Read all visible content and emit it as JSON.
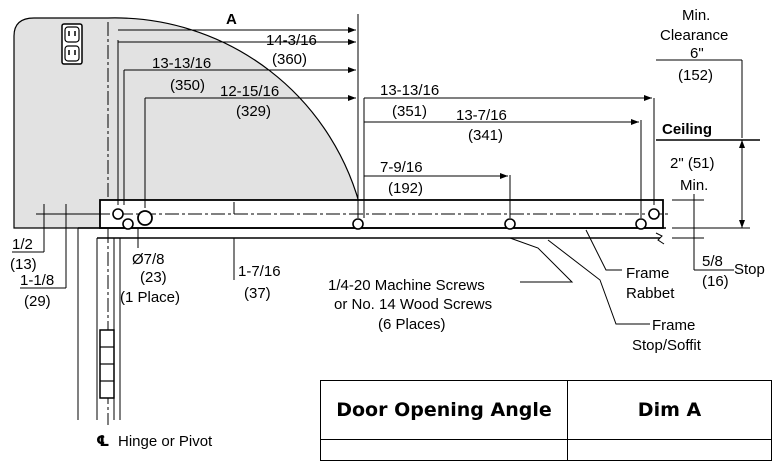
{
  "dimensions": {
    "a_label": "A",
    "d1_frac": "14-3/16",
    "d1_mm": "(360)",
    "d2_frac": "13-13/16",
    "d2_mm": "(350)",
    "d3_frac": "12-15/16",
    "d3_mm": "(329)",
    "d4_frac": "13-13/16",
    "d4_mm": "(351)",
    "d5_frac": "13-7/16",
    "d5_mm": "(341)",
    "d6_frac": "7-9/16",
    "d6_mm": "(192)",
    "half_frac": "1/2",
    "half_mm": "(13)",
    "one18_frac": "1-1/8",
    "one18_mm": "(29)",
    "dia_frac": "Ø7/8",
    "dia_mm": "(23)",
    "dia_note": "(1 Place)",
    "one716_frac": "1-7/16",
    "one716_mm": "(37)",
    "fiveeighth_frac": "5/8",
    "fiveeighth_mm": "(16)",
    "stop_word": "Stop",
    "clear_1": "Min.",
    "clear_2": "Clearance",
    "clear_3": "6\"",
    "clear_4": "(152)",
    "ceiling": "Ceiling",
    "two_in": "2\" (51)",
    "two_min": "Min."
  },
  "labels": {
    "screws_1": "1/4-20 Machine Screws",
    "screws_2": "or No. 14 Wood Screws",
    "screws_3": "(6 Places)",
    "rabbet_1": "Frame",
    "rabbet_2": "Rabbet",
    "soffit_1": "Frame",
    "soffit_2": "Stop/Soffit",
    "hinge": "Hinge or Pivot",
    "cl_symbol": "℄"
  },
  "table": {
    "col1": "Door Opening Angle",
    "col2": "Dim A"
  },
  "colors": {
    "door_fill": "#e2e2e2",
    "line": "#000000"
  }
}
